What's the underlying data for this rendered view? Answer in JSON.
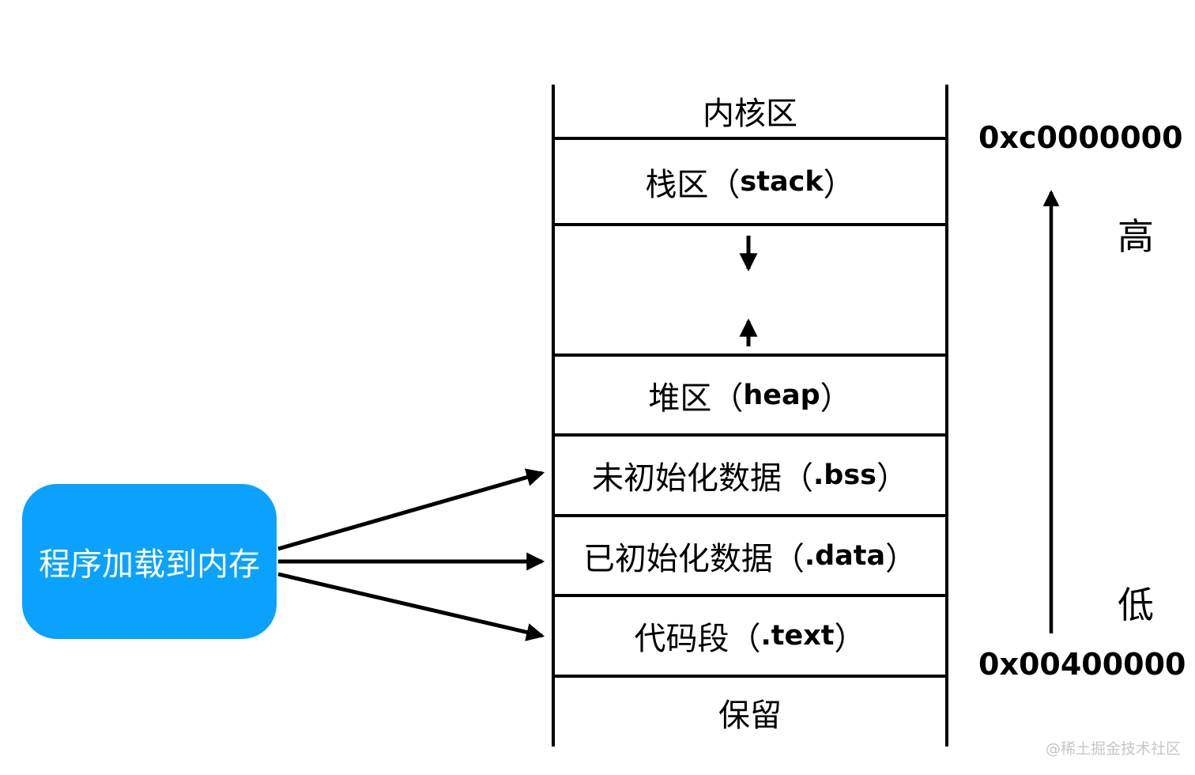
{
  "diagram": {
    "title_context": "process-memory-layout",
    "program_box": {
      "label": "程序加载到内存"
    },
    "segments": [
      {
        "id": "kernel",
        "zh": "内核区",
        "paren_open": "",
        "en": "",
        "paren_close": ""
      },
      {
        "id": "stack",
        "zh": "栈区",
        "paren_open": "（",
        "en": "stack",
        "paren_close": "）"
      },
      {
        "id": "gap",
        "zh": "",
        "paren_open": "",
        "en": "",
        "paren_close": ""
      },
      {
        "id": "heap",
        "zh": "堆区",
        "paren_open": "（",
        "en": "heap",
        "paren_close": "）"
      },
      {
        "id": "bss",
        "zh": "未初始化数据",
        "paren_open": "（",
        "en": ".bss",
        "paren_close": "）"
      },
      {
        "id": "data",
        "zh": "已初始化数据",
        "paren_open": "（",
        "en": ".data",
        "paren_close": "）"
      },
      {
        "id": "text",
        "zh": "代码段",
        "paren_open": "（",
        "en": ".text",
        "paren_close": "）"
      },
      {
        "id": "reserved",
        "zh": "保留",
        "paren_open": "",
        "en": "",
        "paren_close": ""
      }
    ],
    "addresses": {
      "high": "0xc0000000",
      "low": "0x00400000"
    },
    "axis_labels": {
      "high": "高",
      "low": "低"
    },
    "watermark": "@稀土掘金技术社区",
    "colors": {
      "program_box_blue": "#0aa2fc",
      "line_black": "#000000",
      "watermark_gray": "#c6c6c6"
    }
  }
}
